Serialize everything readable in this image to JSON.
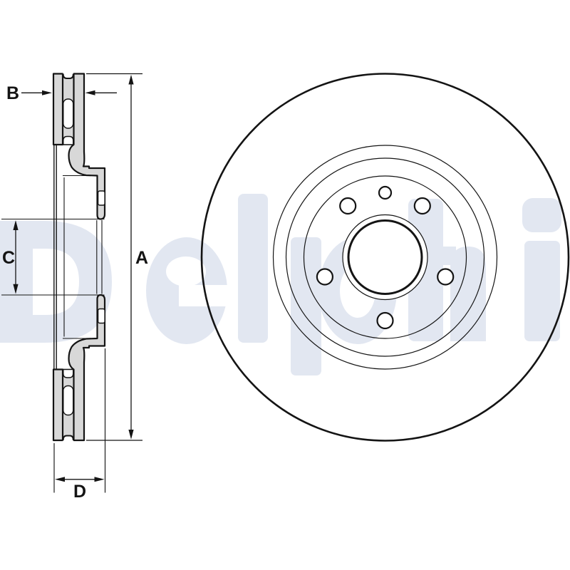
{
  "watermark": {
    "text": "Delphi",
    "color": "#e2e7f1"
  },
  "colors": {
    "line": "#141414",
    "section_fill": "#d8d8d8",
    "background": "#ffffff"
  },
  "dimensions": {
    "a": {
      "label": "A"
    },
    "b": {
      "label": "B"
    },
    "c": {
      "label": "C"
    },
    "d": {
      "label": "D"
    }
  },
  "front_view": {
    "bolt_hole_count": 5,
    "pilot_hole_count": 1
  }
}
